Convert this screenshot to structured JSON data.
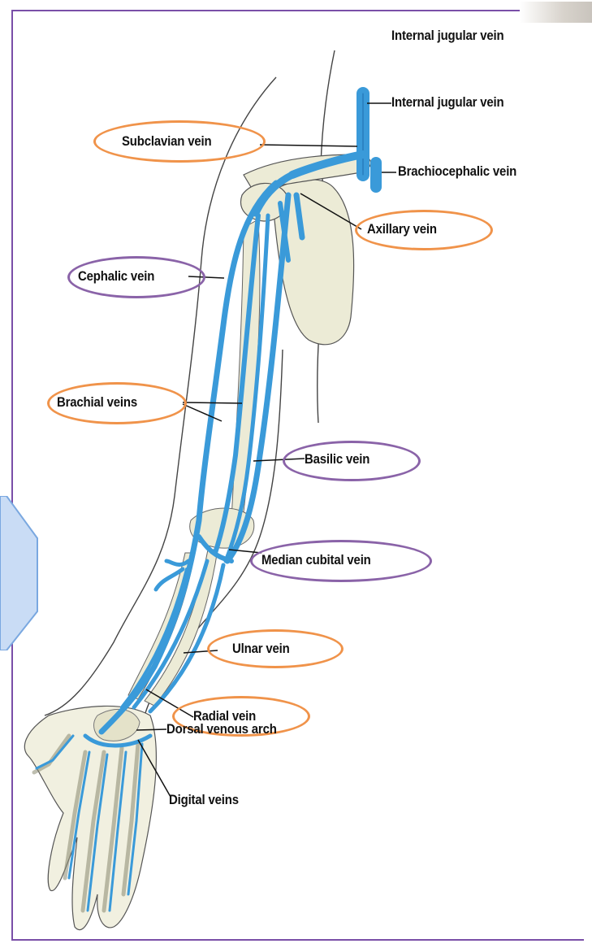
{
  "labels": {
    "internal_jugular_top": "Internal jugular vein",
    "internal_jugular": "Internal jugular vein",
    "subclavian": "Subclavian vein",
    "brachiocephalic": "Brachiocephalic vein",
    "axillary": "Axillary vein",
    "cephalic": "Cephalic vein",
    "brachial": "Brachial veins",
    "basilic": "Basilic vein",
    "median_cubital": "Median cubital vein",
    "ulnar": "Ulnar vein",
    "radial": "Radial vein",
    "dorsal_arch": "Dorsal venous arch",
    "digital": "Digital veins"
  },
  "colors": {
    "vein_blue": "#3a9ad9",
    "vein_blue_dark": "#1f6fb0",
    "bone": "#ecebd6",
    "highlight_orange": "#f0934a",
    "highlight_purple": "#8a63a8",
    "frame_purple": "#7a4fa8",
    "side_tab_fill": "#c9dcf5",
    "side_tab_stroke": "#7aa8e0"
  }
}
